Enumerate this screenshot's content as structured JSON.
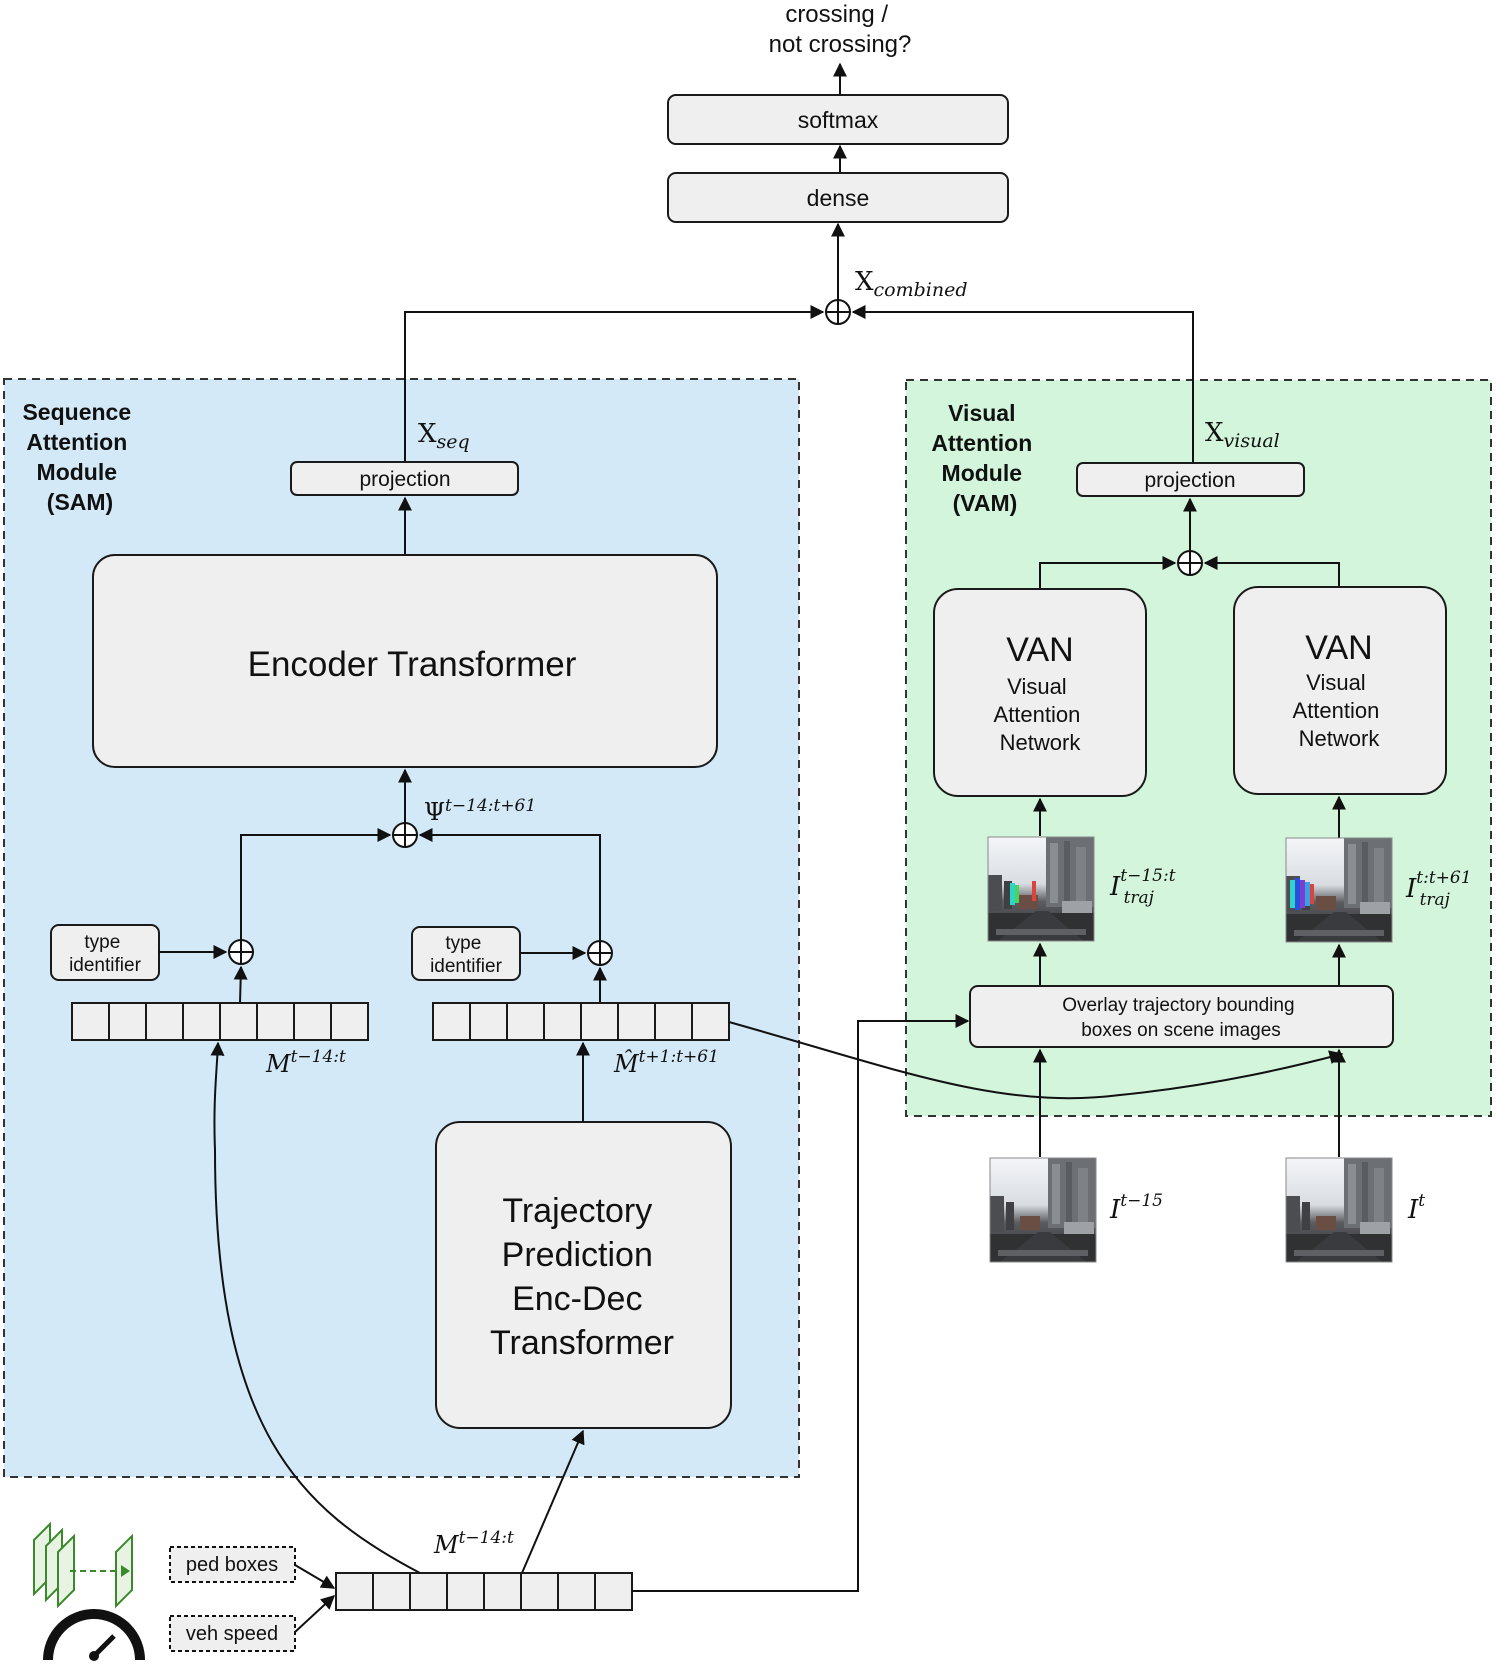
{
  "colors": {
    "sam_fill": "#d3e9f7",
    "vam_fill": "#d3f5db",
    "box_fill": "#efefef",
    "stroke": "#1a1a1a"
  },
  "output": {
    "line1": "crossing /",
    "line2": "not crossing?"
  },
  "softmax": "softmax",
  "dense": "dense",
  "x_combined": {
    "base": "X",
    "sub": "combined"
  },
  "sam": {
    "title": [
      "Sequence",
      "Attention",
      "Module",
      "(SAM)"
    ],
    "projection": "projection",
    "x_seq": {
      "base": "X",
      "sub": "seq"
    },
    "encoder": "Encoder Transformer",
    "psi": {
      "base": "Ψ",
      "sup": "t−14:t+61"
    },
    "type_id_left": [
      "type",
      "identifier"
    ],
    "type_id_right": [
      "type",
      "identifier"
    ],
    "m_past": {
      "base": "M",
      "sup": "t−14:t"
    },
    "m_hat": {
      "base": "M̂",
      "sup": "t+1:t+61"
    },
    "trajectory": [
      "Trajectory",
      "Prediction",
      "Enc-Dec",
      "Transformer"
    ]
  },
  "vam": {
    "title": [
      "Visual",
      "Attention",
      "Module",
      "(VAM)"
    ],
    "projection": "projection",
    "x_visual": {
      "base": "X",
      "sub": "visual"
    },
    "van_left": {
      "title": "VAN",
      "lines": [
        "Visual",
        "Attention",
        "Network"
      ]
    },
    "van_right": {
      "title": "VAN",
      "lines": [
        "Visual",
        "Attention",
        "Network"
      ]
    },
    "img_traj_past": {
      "base": "I",
      "sup": "t−15:t",
      "sub": "traj"
    },
    "img_traj_future": {
      "base": "I",
      "sup": "t:t+61",
      "sub": "traj"
    },
    "overlay": [
      "Overlay trajectory bounding",
      "boxes on scene images"
    ]
  },
  "inputs": {
    "img_past": {
      "base": "I",
      "sup": "t−15"
    },
    "img_now": {
      "base": "I",
      "sup": "t"
    },
    "ped_boxes": "ped boxes",
    "veh_speed": "veh speed",
    "m_input": {
      "base": "M",
      "sup": "t−14:t"
    }
  }
}
